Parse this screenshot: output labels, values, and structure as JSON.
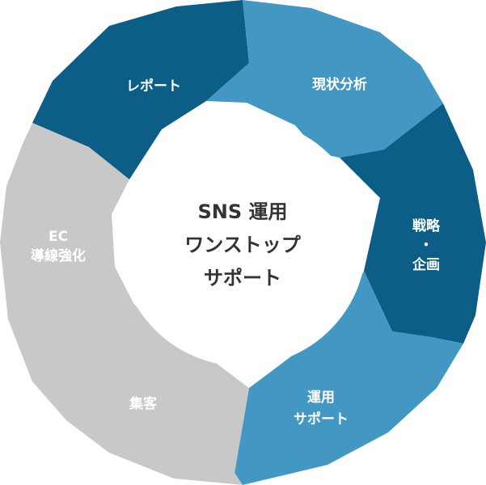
{
  "center": {
    "lines": [
      "SNS 運用",
      "ワンストップ",
      "サポート"
    ]
  },
  "colors": {
    "dark_blue": "#0c5e86",
    "light_blue": "#4398c3",
    "gray": "#c8c8c8",
    "label_text": "#ffffff",
    "center_text": "#333333"
  },
  "segments": [
    {
      "id": "report",
      "lines": [
        "レポート"
      ],
      "color": "dark_blue"
    },
    {
      "id": "analysis",
      "lines": [
        "現状分析"
      ],
      "color": "light_blue"
    },
    {
      "id": "strategy",
      "lines": [
        "戦略",
        "・",
        "企画"
      ],
      "color": "dark_blue"
    },
    {
      "id": "operation",
      "lines": [
        "運用",
        "サポート"
      ],
      "color": "light_blue"
    },
    {
      "id": "customer",
      "lines": [
        "集客"
      ],
      "color": "gray"
    },
    {
      "id": "ec",
      "lines": [
        "EC",
        "導線強化"
      ],
      "color": "gray"
    }
  ]
}
